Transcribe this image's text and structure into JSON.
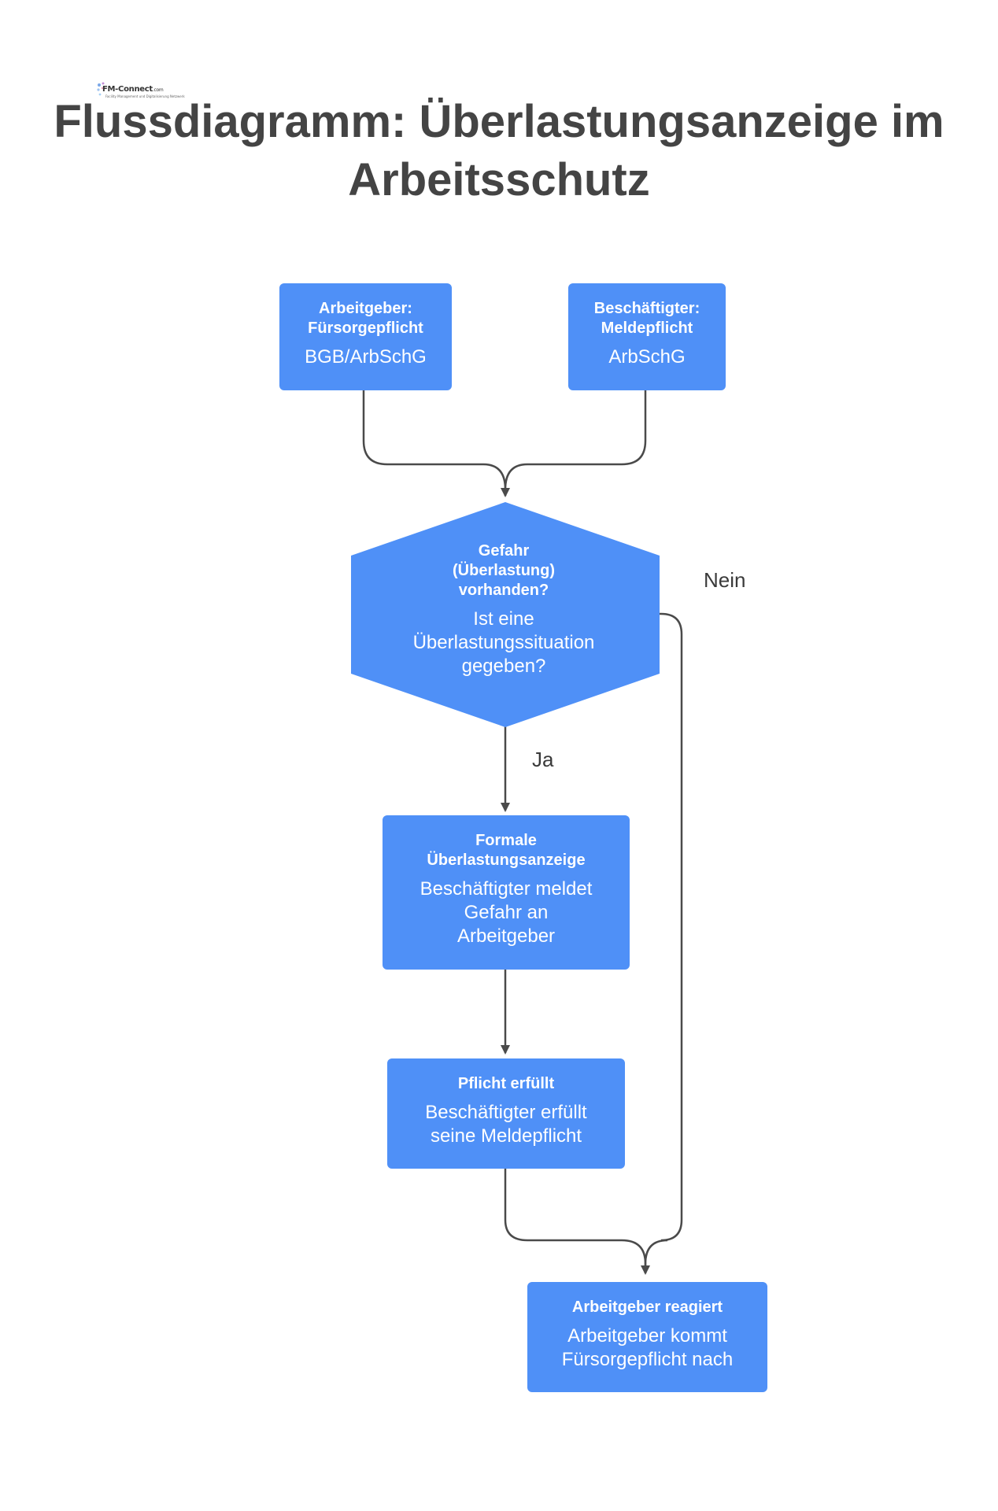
{
  "title": "Flussdiagramm: Überlastungsanzeige im Arbeitsschutz",
  "logo": {
    "name": "FM-Connect",
    "suffix": ".com",
    "tagline": "Facility Management und Digitalisierung Netzwerk"
  },
  "colors": {
    "node_fill": "#4f90f7",
    "node_text": "#ffffff",
    "edge": "#4a4a4a",
    "title": "#444444"
  },
  "nodes": {
    "employer_duty": {
      "heading": "Arbeitgeber:\nFürsorgepflicht",
      "body": "BGB/ArbSchG"
    },
    "employee_duty": {
      "heading": "Beschäftigter:\nMeldepflicht",
      "body": "ArbSchG"
    },
    "decision": {
      "heading": "Gefahr\n(Überlastung)\nvorhanden?",
      "body": "Ist eine\nÜberlastungssituation\ngegeben?"
    },
    "formal_report": {
      "heading": "Formale\nÜberlastungsanzeige",
      "body": "Beschäftigter meldet\nGefahr an\nArbeitgeber"
    },
    "duty_fulfilled": {
      "heading": "Pflicht erfüllt",
      "body": "Beschäftigter erfüllt\nseine Meldepflicht"
    },
    "employer_reacts": {
      "heading": "Arbeitgeber reagiert",
      "body": "Arbeitgeber kommt\nFürsorgepflicht nach"
    }
  },
  "edge_labels": {
    "yes": "Ja",
    "no": "Nein"
  }
}
